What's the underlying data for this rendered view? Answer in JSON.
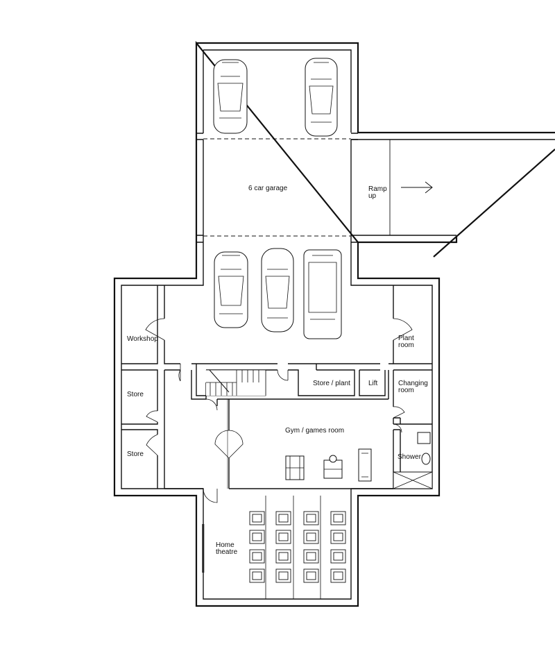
{
  "rooms": {
    "garage": "6 car garage",
    "ramp_line1": "Ramp",
    "ramp_line2": "up",
    "workshop": "Workshop",
    "plant_line1": "Plant",
    "plant_line2": "room",
    "store_1": "Store",
    "store_2": "Store",
    "store_plant": "Store / plant",
    "lift": "Lift",
    "changing_line1": "Changing",
    "changing_line2": "room",
    "gym": "Gym / games room",
    "shower": "Shower",
    "theatre_line1": "Home",
    "theatre_line2": "theatre"
  },
  "icons": {
    "car": "car-topview-icon",
    "seat": "cinema-seat-icon",
    "gym": "gym-equipment-icon",
    "arrow": "arrow-right-icon"
  },
  "theatre_seating": {
    "rows": 4,
    "columns": 4
  },
  "colors": {
    "line": "#111111",
    "background": "#ffffff"
  }
}
